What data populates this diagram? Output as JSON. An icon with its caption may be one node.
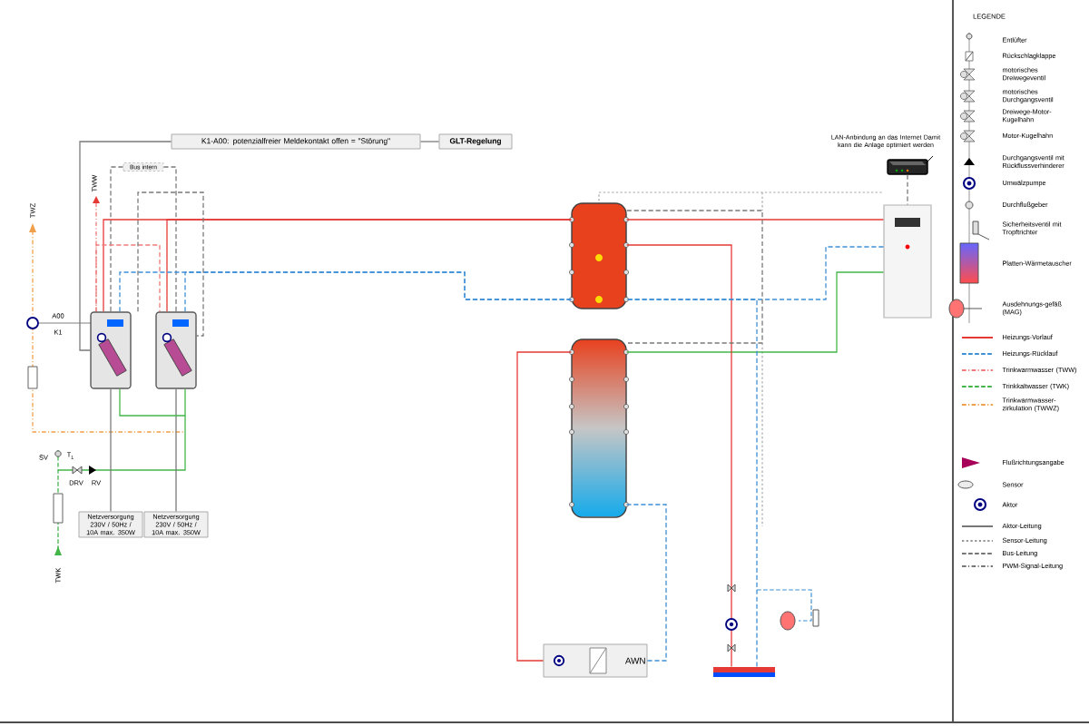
{
  "diagram": {
    "nodes": [
      {
        "text": [
          "K1-A00: potenzialfreier Meldekontakt offen = \"Störung\""
        ]
      },
      {
        "text": [
          "GLT-Regelung"
        ]
      },
      {
        "text": [
          "Bus intern"
        ]
      },
      {
        "text": [],
        "shape": "picture"
      },
      {
        "text": [],
        "shape": "picture"
      },
      {
        "text": [
          "Netzversorgung 230V / 50Hz / 10A max. 350W"
        ]
      },
      {
        "text": [
          "Netzversorgung 230V / 50Hz / 10A max. 350W"
        ]
      },
      {
        "text": [],
        "shape": "cylinder"
      },
      {
        "text": [],
        "shape": "cylinder"
      },
      {
        "text": [],
        "shape": "box"
      },
      {
        "text": [],
        "shape": "picture",
        "beside": [
          "LAN-Anbindung an das Internet Damit kann die Anlage optimiert werden"
        ]
      },
      {
        "text": [
          "AWN"
        ]
      },
      {
        "text": [],
        "shape": "bar"
      }
    ],
    "edges": [
      {
        "from": 0,
        "to": 1,
        "arrow": "none"
      },
      {
        "from": 3,
        "to": 0,
        "arrow": "none"
      },
      {
        "from": 2,
        "to": 3,
        "arrow": "none",
        "style": "dashed"
      },
      {
        "from": 2,
        "to": 4,
        "arrow": "none",
        "style": "dashed"
      },
      {
        "from": 5,
        "to": 3,
        "arrow": "none"
      },
      {
        "from": 6,
        "to": 4,
        "arrow": "none"
      },
      {
        "from": 7,
        "to": 3,
        "arrow": "none",
        "color": "#e53935"
      },
      {
        "from": 7,
        "to": 4,
        "arrow": "none",
        "color": "#e53935"
      },
      {
        "from": 3,
        "to": 7,
        "arrow": "none",
        "style": "dashed",
        "color": "#3d8fd6"
      },
      {
        "from": 4,
        "to": 7,
        "arrow": "none",
        "style": "dashed",
        "color": "#3d8fd6"
      },
      {
        "from": 7,
        "to": 9,
        "arrow": "none",
        "color": "#e53935"
      },
      {
        "from": 9,
        "to": 7,
        "arrow": "none",
        "style": "dashed",
        "color": "#3d8fd6"
      },
      {
        "from": 8,
        "to": 9,
        "arrow": "none",
        "color": "#43b649"
      },
      {
        "from": 7,
        "to": 12,
        "arrow": "none",
        "color": "#e53935"
      },
      {
        "from": 12,
        "to": 7,
        "arrow": "none",
        "style": "dashed",
        "color": "#3d8fd6"
      },
      {
        "from": 8,
        "to": 11,
        "arrow": "none",
        "color": "#e53935"
      },
      {
        "from": 11,
        "to": 8,
        "arrow": "none",
        "style": "dashed",
        "color": "#3d8fd6"
      },
      {
        "from": 10,
        "to": 9,
        "arrow": "none",
        "style": "dashed"
      },
      {
        "from": 3,
        "to": 4,
        "arrow": "none",
        "style": "dashed",
        "color": "#ef7b7b"
      },
      {
        "from": 3,
        "to": 4,
        "arrow": "none",
        "color": "#43b649"
      },
      {
        "from": 3,
        "to": 4,
        "arrow": "none",
        "style": "dashed"
      },
      {
        "from": 7,
        "to": 8,
        "arrow": "none",
        "style": "dashed"
      }
    ],
    "labels": [
      "TWZ",
      "TWW",
      "TWK",
      "A00",
      "K1",
      "SV",
      "T$_{1}$",
      "DRV",
      "RV",
      "LEGENDE"
    ],
    "legend": [
      {
        "text": "Entlüfter"
      },
      {
        "text": "Rückschlagklappe"
      },
      {
        "text": "motorisches Dreiwegeventil"
      },
      {
        "text": "motorisches Durchgangsventil"
      },
      {
        "text": "Dreiwege-Motor-Kugelhahn"
      },
      {
        "text": "Motor-Kugelhahn"
      },
      {
        "text": "Durchgangsventil mit Rückflussverhinderer"
      },
      {
        "text": "Umwälzpumpe"
      },
      {
        "text": "Durchflußgeber"
      },
      {
        "text": "Sicherheitsventil mit Tropftrichter"
      },
      {
        "text": "Platten-Wärmetauscher"
      },
      {
        "text": "Ausdehnungs-gefäß (MAG)"
      },
      {
        "text": "Heizungs-Vorlauf"
      },
      {
        "text": "Heizungs-Rücklauf"
      },
      {
        "text": "Trinkwarmwasser (TWW)"
      },
      {
        "text": "Trinkkaltwasser (TWK)"
      },
      {
        "text": "Trinkwarmwasser-zirkulation (TWWZ)"
      },
      {
        "text": "Flußrichtungsangabe"
      },
      {
        "text": "Sensor"
      },
      {
        "text": "Aktor"
      },
      {
        "text": "Aktor-Leitung"
      },
      {
        "text": "Sensor-Leitung"
      },
      {
        "text": "Bus-Leitung"
      },
      {
        "text": "PWM-Signal-Leitung"
      }
    ]
  }
}
